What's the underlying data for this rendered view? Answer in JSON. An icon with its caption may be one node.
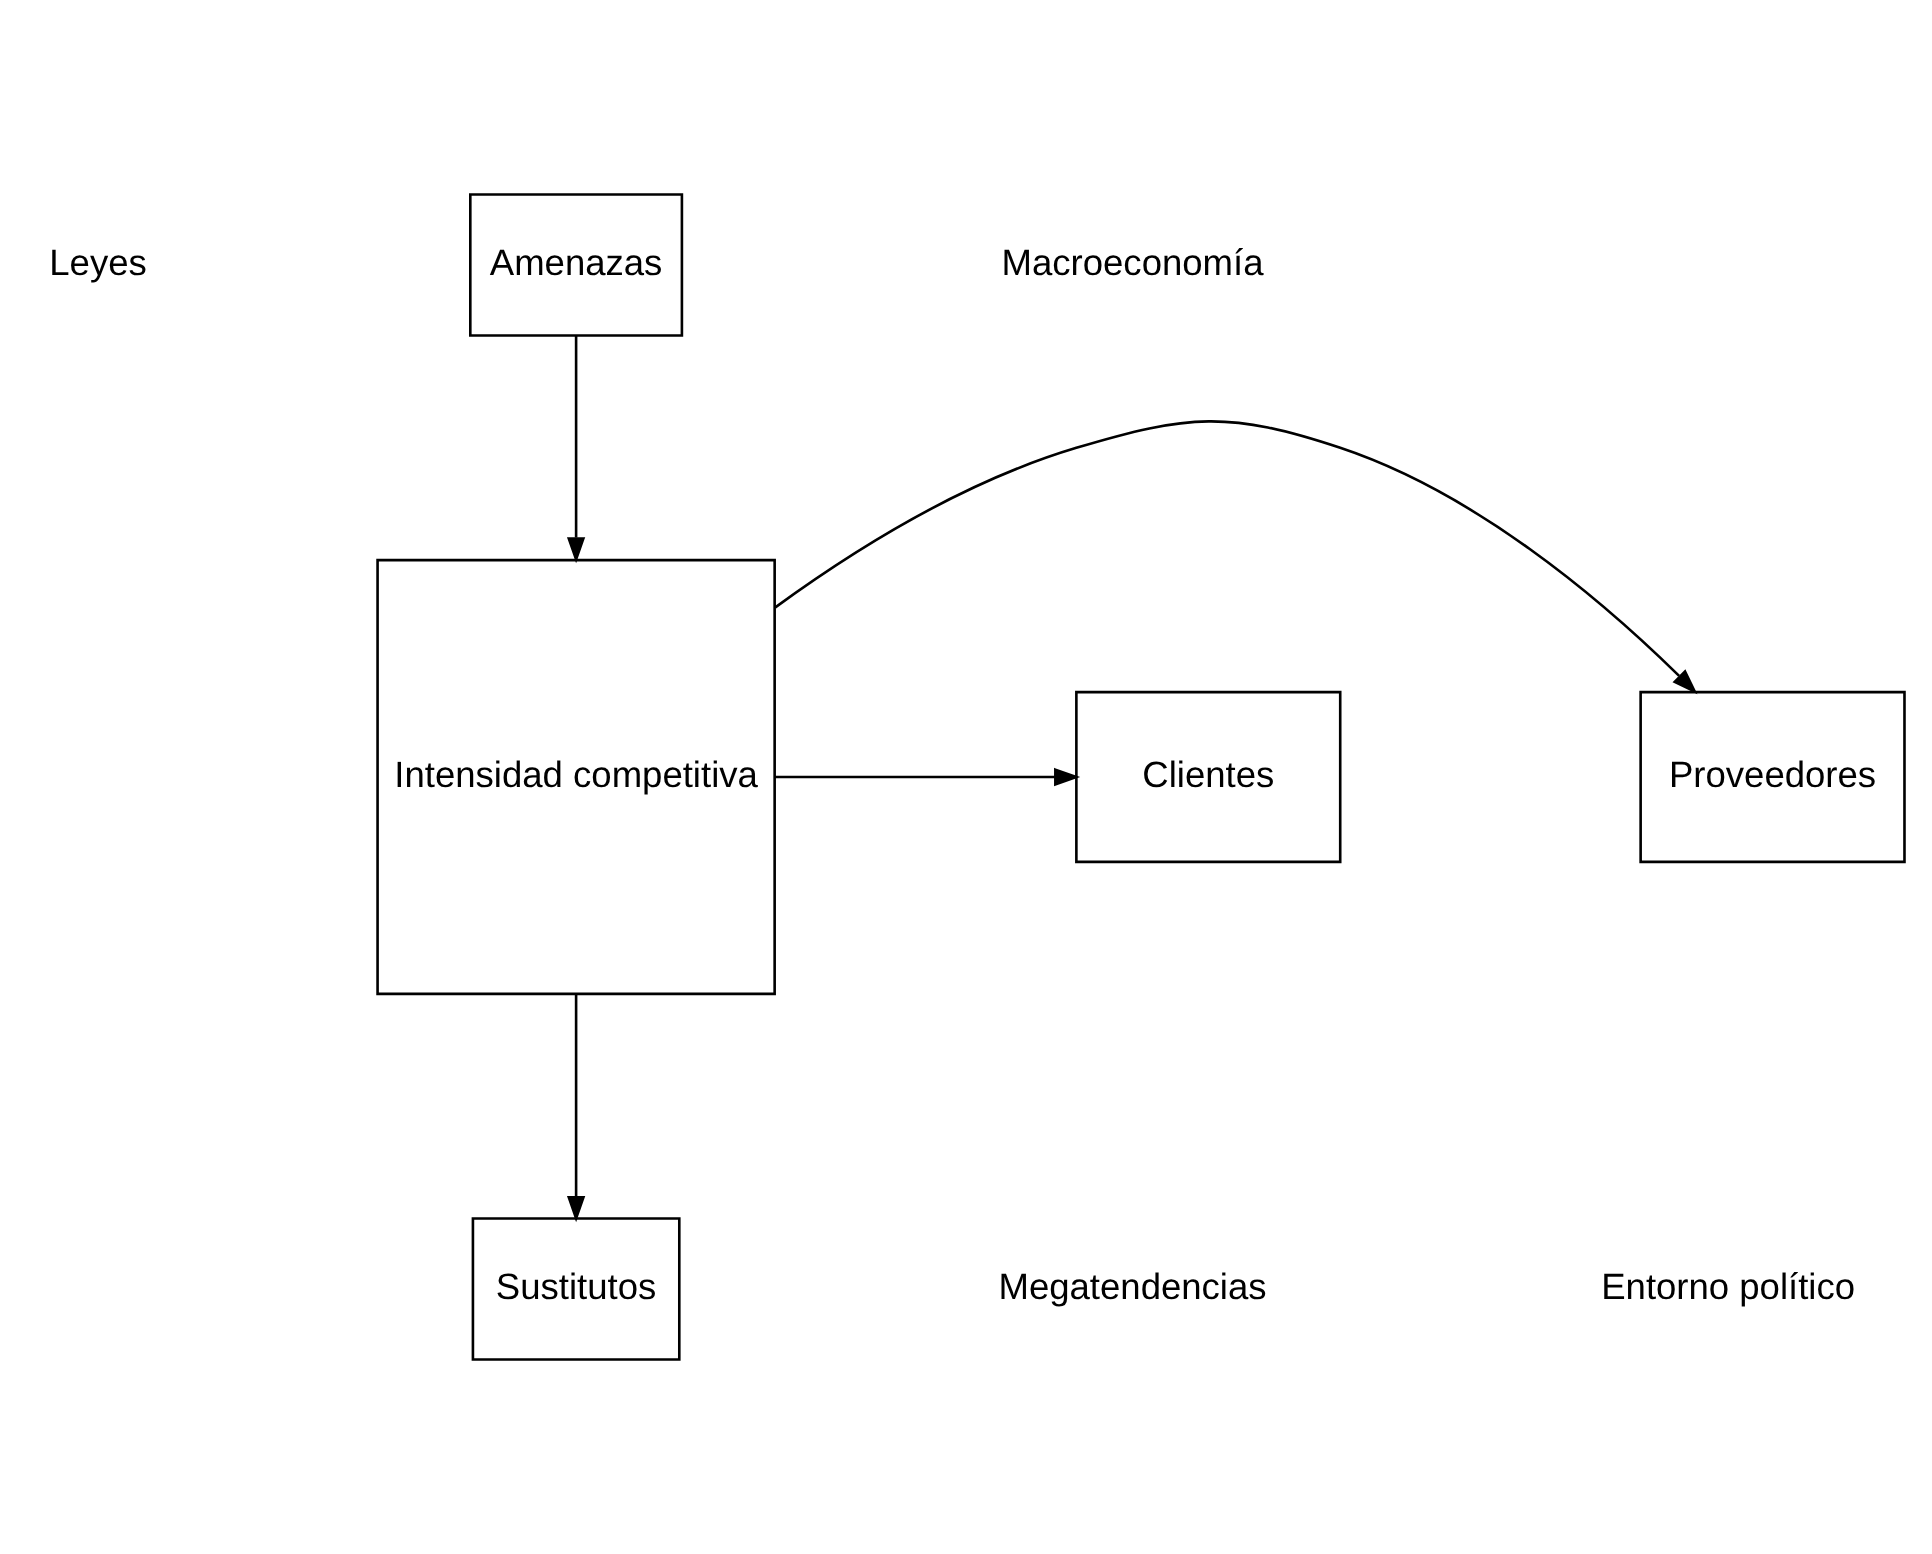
{
  "diagram": {
    "nodes": [
      {
        "text": [
          "Amenazas"
        ]
      },
      {
        "text": [
          "Intensidad competitiva"
        ]
      },
      {
        "text": [
          "Proveedores"
        ]
      },
      {
        "text": [
          "Clientes"
        ]
      },
      {
        "text": [
          "Sustitutos"
        ]
      }
    ],
    "edges": [
      {
        "from": 0,
        "to": 1,
        "arrow": "to"
      },
      {
        "from": 1,
        "to": 2,
        "arrow": "to"
      },
      {
        "from": 1,
        "to": 3,
        "arrow": "to"
      },
      {
        "from": 1,
        "to": 4,
        "arrow": "to"
      }
    ],
    "labels": [
      "Leyes",
      "Macroeconomía",
      "Megatendencias",
      "Entorno político"
    ]
  }
}
